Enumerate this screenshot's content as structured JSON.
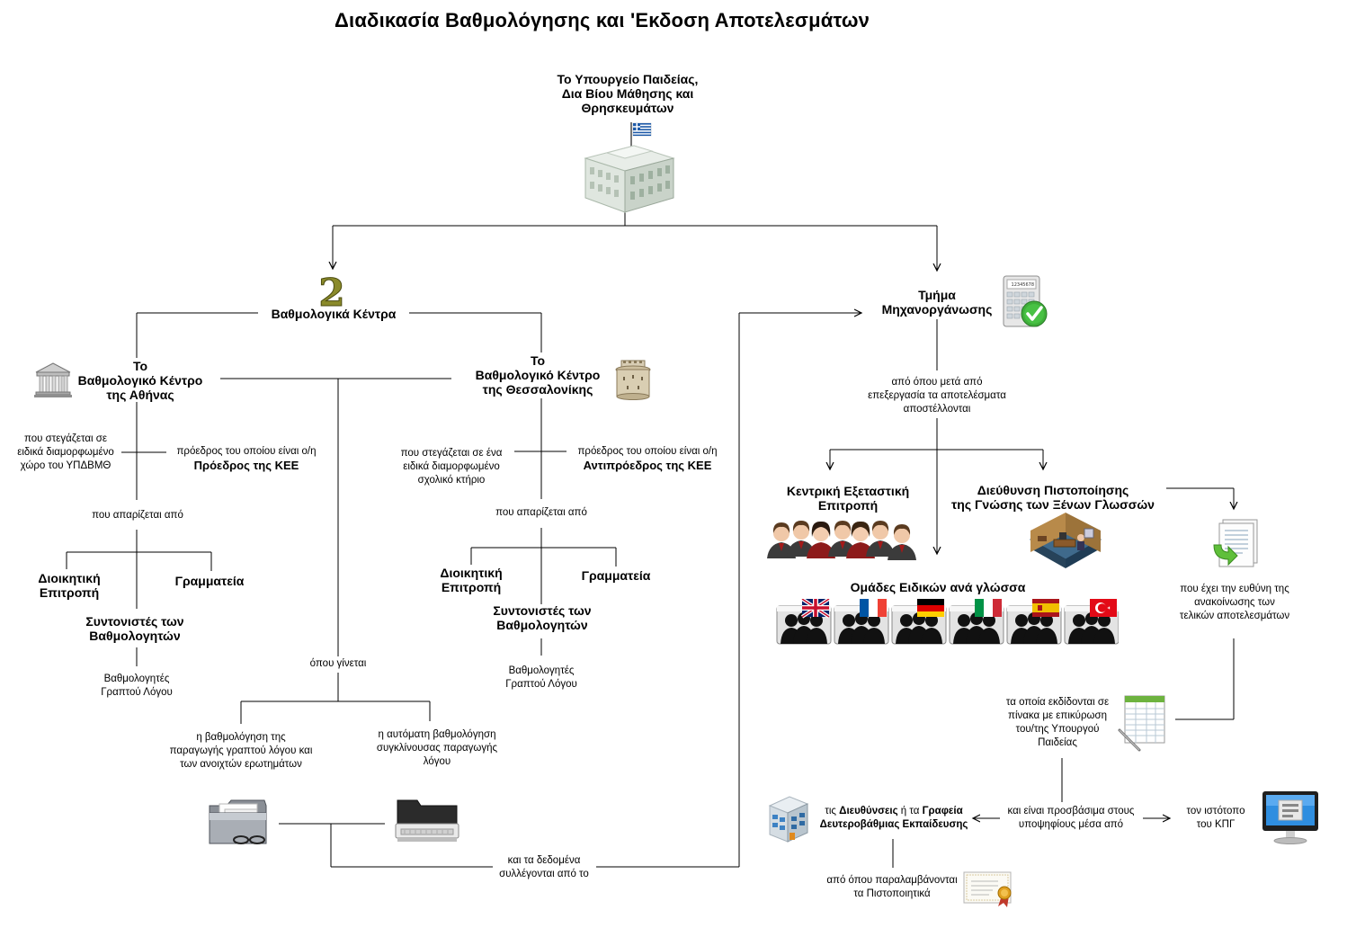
{
  "title": "Διαδικασία Βαθμολόγησης και 'Εκδοση Αποτελεσμάτων",
  "nodes": {
    "ministry": [
      "Το Υπουργείο Παιδείας,",
      "Δια Βίου Μάθησης και",
      "Θρησκευμάτων"
    ],
    "centers": [
      "Βαθμολογικά Κέντρα"
    ],
    "athens": [
      "Το",
      "Βαθμολογικό Κέντρο",
      "της Αθήνας"
    ],
    "thessaloniki": [
      "Το",
      "Βαθμολογικό Κέντρο",
      "της Θεσσαλονίκης"
    ],
    "athens_housed": [
      "που στεγάζεται σε",
      "ειδικά διαμορφωμένο",
      "χώρο του ΥΠΔΒΜΘ"
    ],
    "athens_chair_pre": "πρόεδρος του οποίου είναι ο/η",
    "athens_chair": "Πρόεδρος της ΚΕΕ",
    "athens_consists": [
      "που απαρίζεται από"
    ],
    "athens_admin": [
      "Διοικητική",
      "Επιτροπή"
    ],
    "athens_secretariat": [
      "Γραμματεία"
    ],
    "athens_coord": [
      "Συντονιστές των",
      "Βαθμολογητών"
    ],
    "athens_graders": [
      "Βαθμολογητές",
      "Γραπτού Λόγου"
    ],
    "thess_housed": [
      "που στεγάζεται σε ένα",
      "ειδικά διαμορφωμένο",
      "σχολικό κτήριο"
    ],
    "thess_chair_pre": "πρόεδρος του οποίου είναι ο/η",
    "thess_chair": "Αντιπρόεδρος της ΚΕΕ",
    "thess_consists": [
      "που απαρίζεται από"
    ],
    "thess_admin": [
      "Διοικητική",
      "Επιτροπή"
    ],
    "thess_secretariat": [
      "Γραμματεία"
    ],
    "thess_coord": [
      "Συντονιστές των",
      "Βαθμολογητών"
    ],
    "thess_graders": [
      "Βαθμολογητές",
      "Γραπτού Λόγου"
    ],
    "where": [
      "όπου γίνεται"
    ],
    "manual": [
      "η βαθμολόγηση της",
      "παραγωγής γραπτού λόγου και",
      "των ανοιχτών ερωτημάτων"
    ],
    "auto": [
      "η αυτόματη βαθμολόγηση",
      "συγκλίνουσας παραγωγής",
      "λόγου"
    ],
    "collected": [
      "και τα δεδομένα",
      "συλλέγονται από το"
    ],
    "mech": [
      "Τμήμα",
      "Μηχανοργάνωσης"
    ],
    "processing": [
      "από όπου μετά από",
      "επεξεργασία τα αποτελέσματα",
      "αποστέλλονται"
    ],
    "kee": [
      "Κεντρική Εξεταστική",
      "Επιτροπή"
    ],
    "certification": [
      "Διεύθυνση Πιστοποίησης",
      "της Γνώσης των Ξένων Γλωσσών"
    ],
    "experts": [
      "Ομάδες Ειδικών ανά γλώσσα"
    ],
    "responsible": [
      "που έχει την ευθύνη της",
      "ανακοίνωσης των",
      "τελικών αποτελεσμάτων"
    ],
    "issued": [
      "τα οποία  εκδίδονται σε",
      "πίνακα με επικύρωση",
      "του/της Υπουργού",
      "Παιδείας"
    ],
    "accessible": [
      "και είναι προσβάσιμα στους",
      "υποψηφίους μέσα από"
    ],
    "directorates_pre": "τις ",
    "directorates_b1": "Διευθύνσεις",
    "directorates_mid": " ή τα ",
    "directorates_b2": "Γραφεία",
    "directorates_line2": "Δευτεροβάθμιας Εκπαίδευσης",
    "website": [
      "τον ιστότοπο",
      "του ΚΠΓ"
    ],
    "certificates": [
      "από όπου παραλαμβάνονται",
      "τα Πιστοποιητικά"
    ]
  },
  "icons": {
    "ministry": "ministry-building-icon",
    "centers": "number-two-icon",
    "athens": "greek-temple-icon",
    "thessaloniki": "white-tower-icon",
    "mech": "calculator-check-icon",
    "kee": "committee-people-icon",
    "certification": "office-room-icon",
    "experts": "language-groups-icon",
    "responsible": "document-arrow-icon",
    "issued": "spreadsheet-pen-icon",
    "directorates": "office-building-icon",
    "website": "monitor-icon",
    "certificates": "certificate-icon",
    "manual": "folder-glasses-icon",
    "auto": "scanner-icon"
  },
  "flags": [
    "uk-flag-icon",
    "france-flag-icon",
    "germany-flag-icon",
    "italy-flag-icon",
    "spain-flag-icon",
    "turkey-flag-icon"
  ]
}
